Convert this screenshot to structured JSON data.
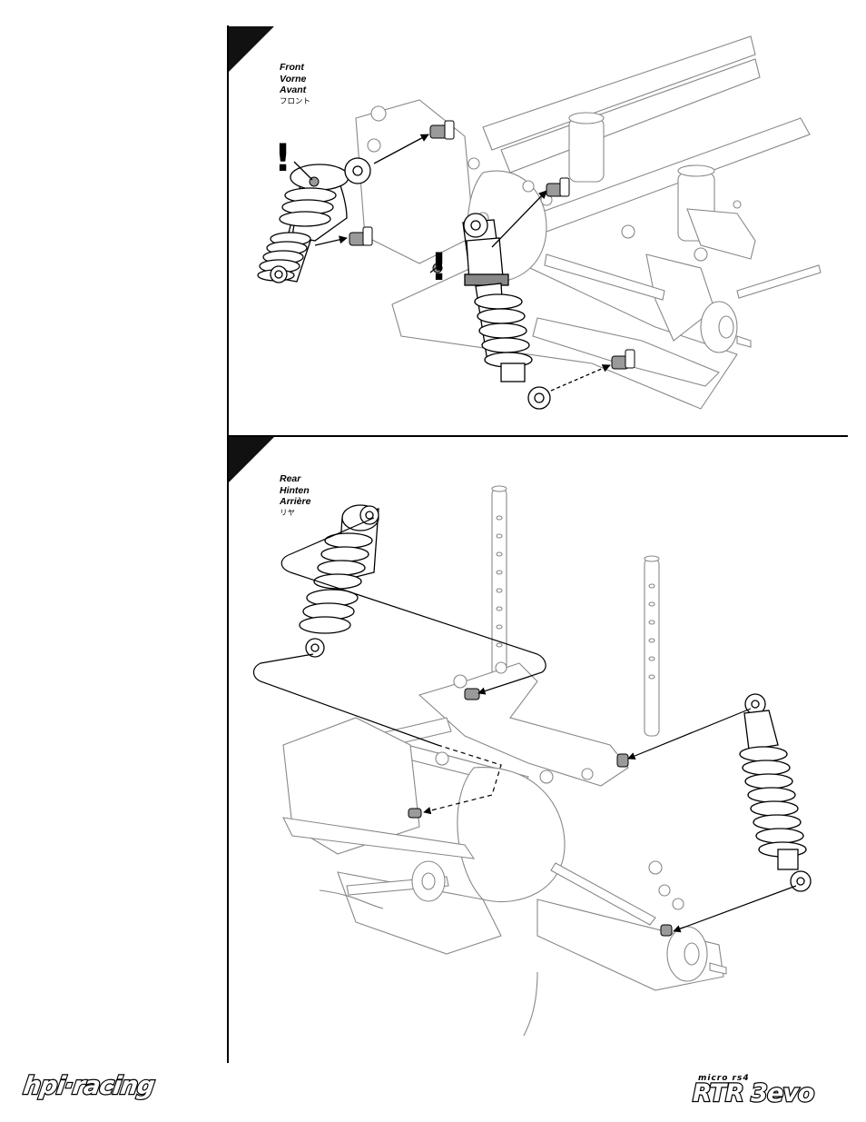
{
  "step1": {
    "labels": [
      "Front",
      "Vorne",
      "Avant"
    ],
    "label_jp": "フロント",
    "warning_mark": "!"
  },
  "step2": {
    "labels": [
      "Rear",
      "Hinten",
      "Arrière"
    ],
    "label_jp": "リヤ"
  },
  "footer": {
    "logo_left": "hpi·racing",
    "logo_right_small": "micro rs4",
    "logo_right_big": "RTR 3evo"
  },
  "colors": {
    "line": "#000000",
    "part_grey": "#888888",
    "nut_grey": "#9a9a9a"
  }
}
